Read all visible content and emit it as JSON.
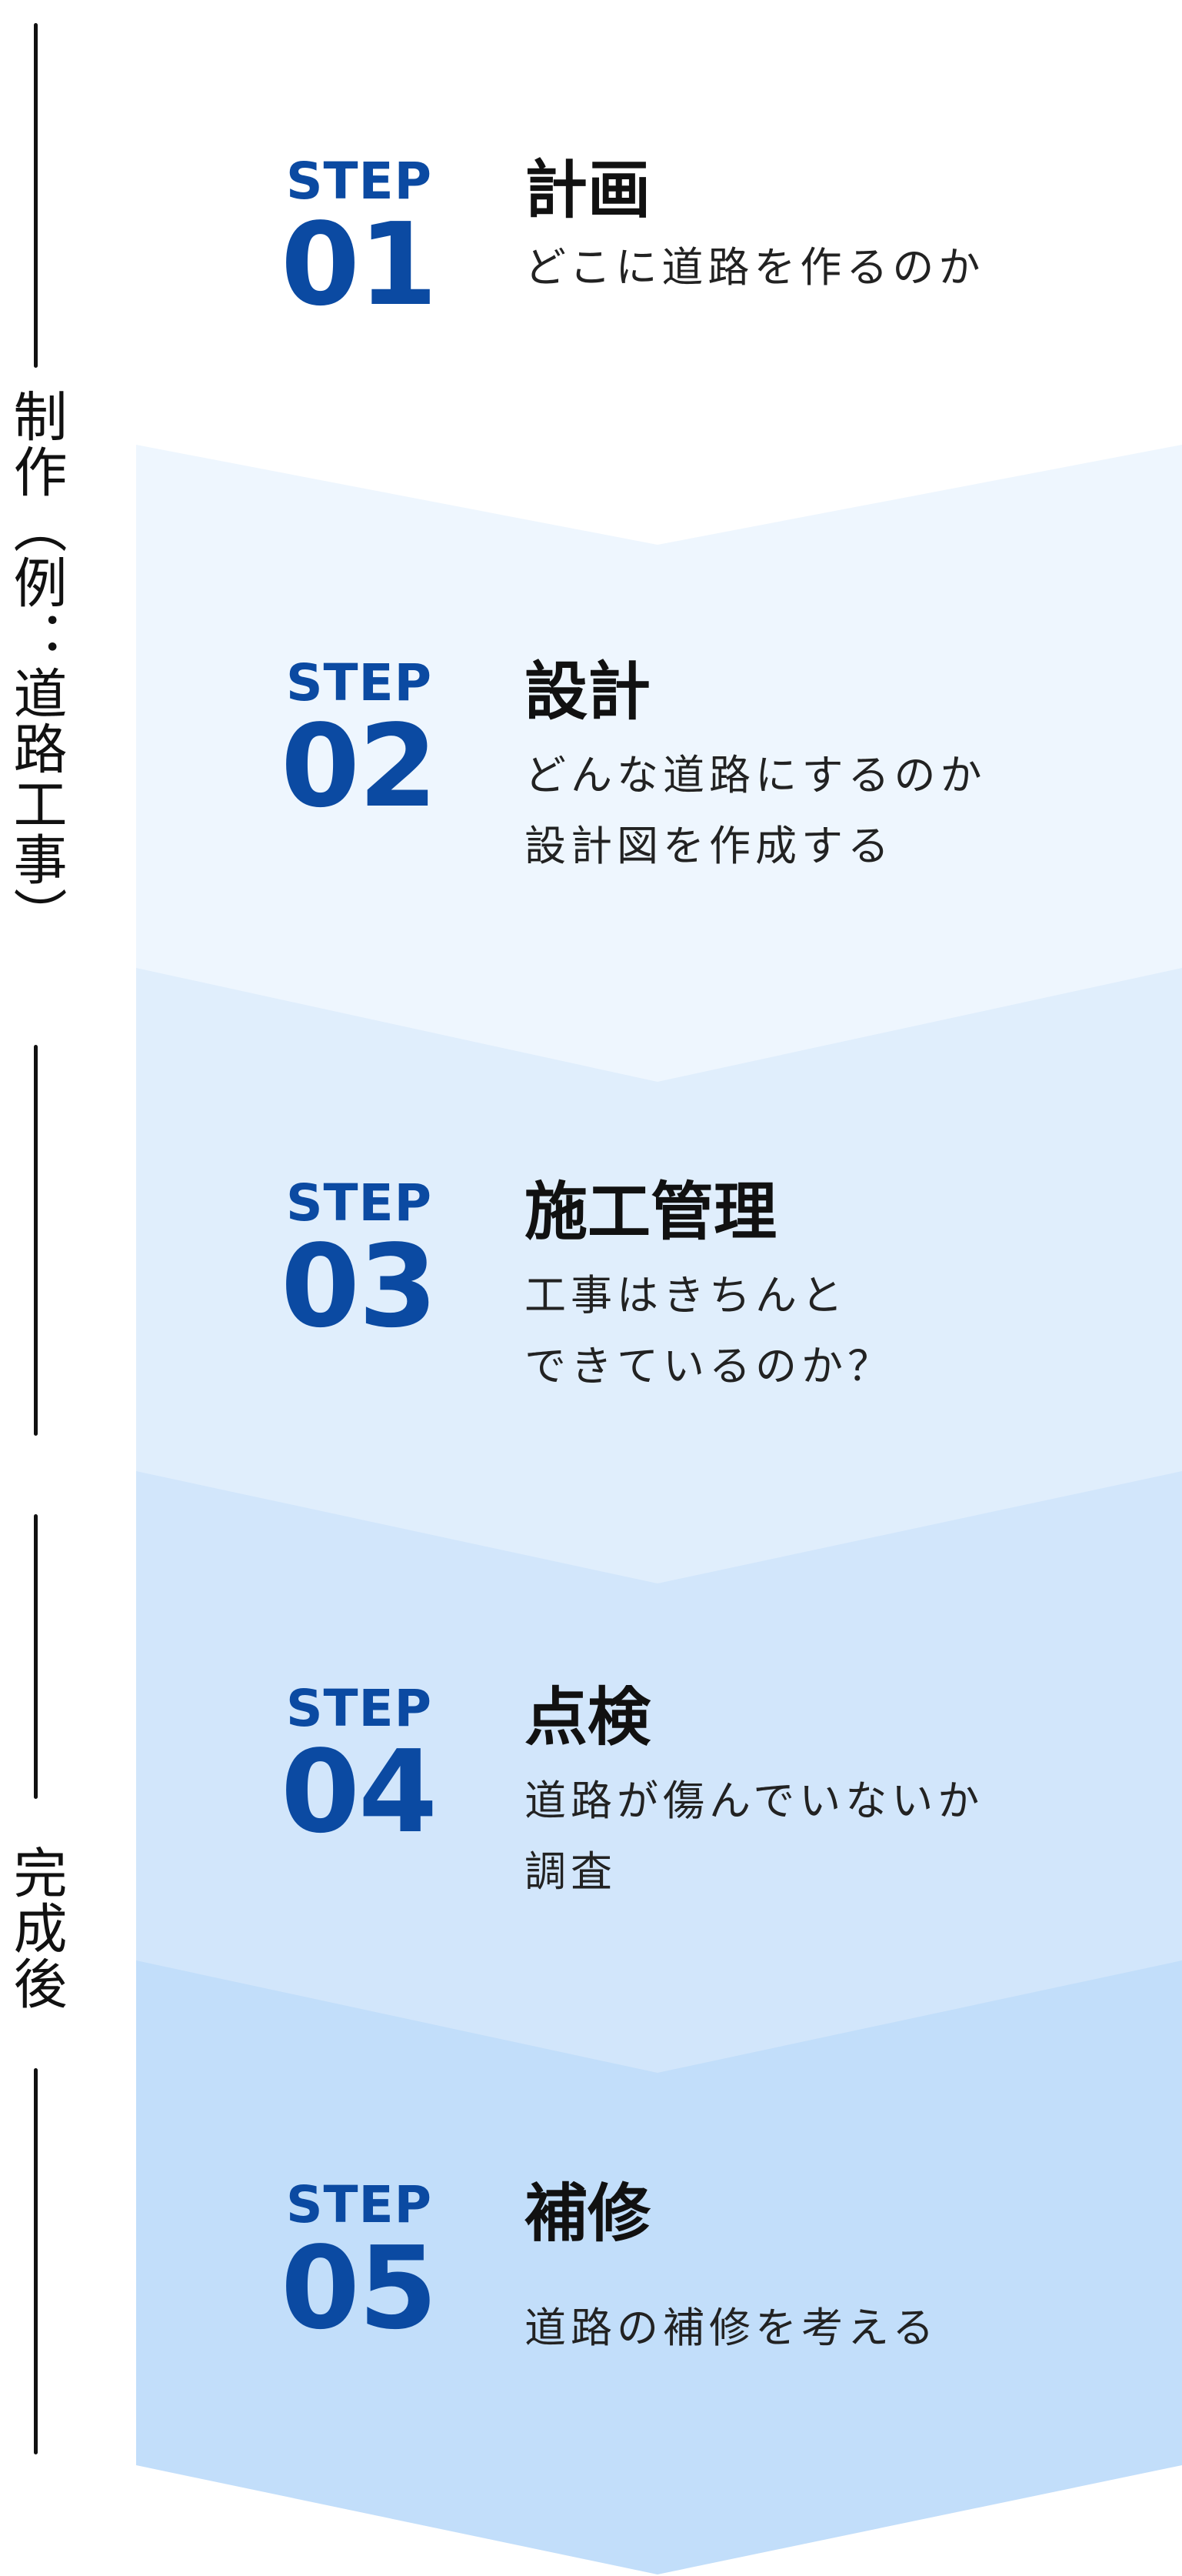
{
  "side_labels": [
    {
      "text": "制作（例：道路工事）"
    },
    {
      "text": "完成後"
    }
  ],
  "step_prefix": "STEP",
  "steps": [
    {
      "number": "01",
      "title": "計画",
      "desc1": "どこに道路を作るのか",
      "desc2": ""
    },
    {
      "number": "02",
      "title": "設計",
      "desc1": "どんな道路にするのか",
      "desc2": "設計図を作成する"
    },
    {
      "number": "03",
      "title": "施工管理",
      "desc1": "工事はきちんと",
      "desc2": "できているのか？"
    },
    {
      "number": "04",
      "title": "点検",
      "desc1": "道路が傷んでいないか",
      "desc2": "調査"
    },
    {
      "number": "05",
      "title": "補修",
      "desc1": "",
      "desc2": "道路の補修を考える"
    }
  ],
  "colors": {
    "accent": "#0b4aa2",
    "band_2": "#eef6fe",
    "band_3": "#e0eefc",
    "band_4": "#d2e6fb",
    "band_5": "#c2defa",
    "text": "#111111",
    "line": "#111111"
  }
}
